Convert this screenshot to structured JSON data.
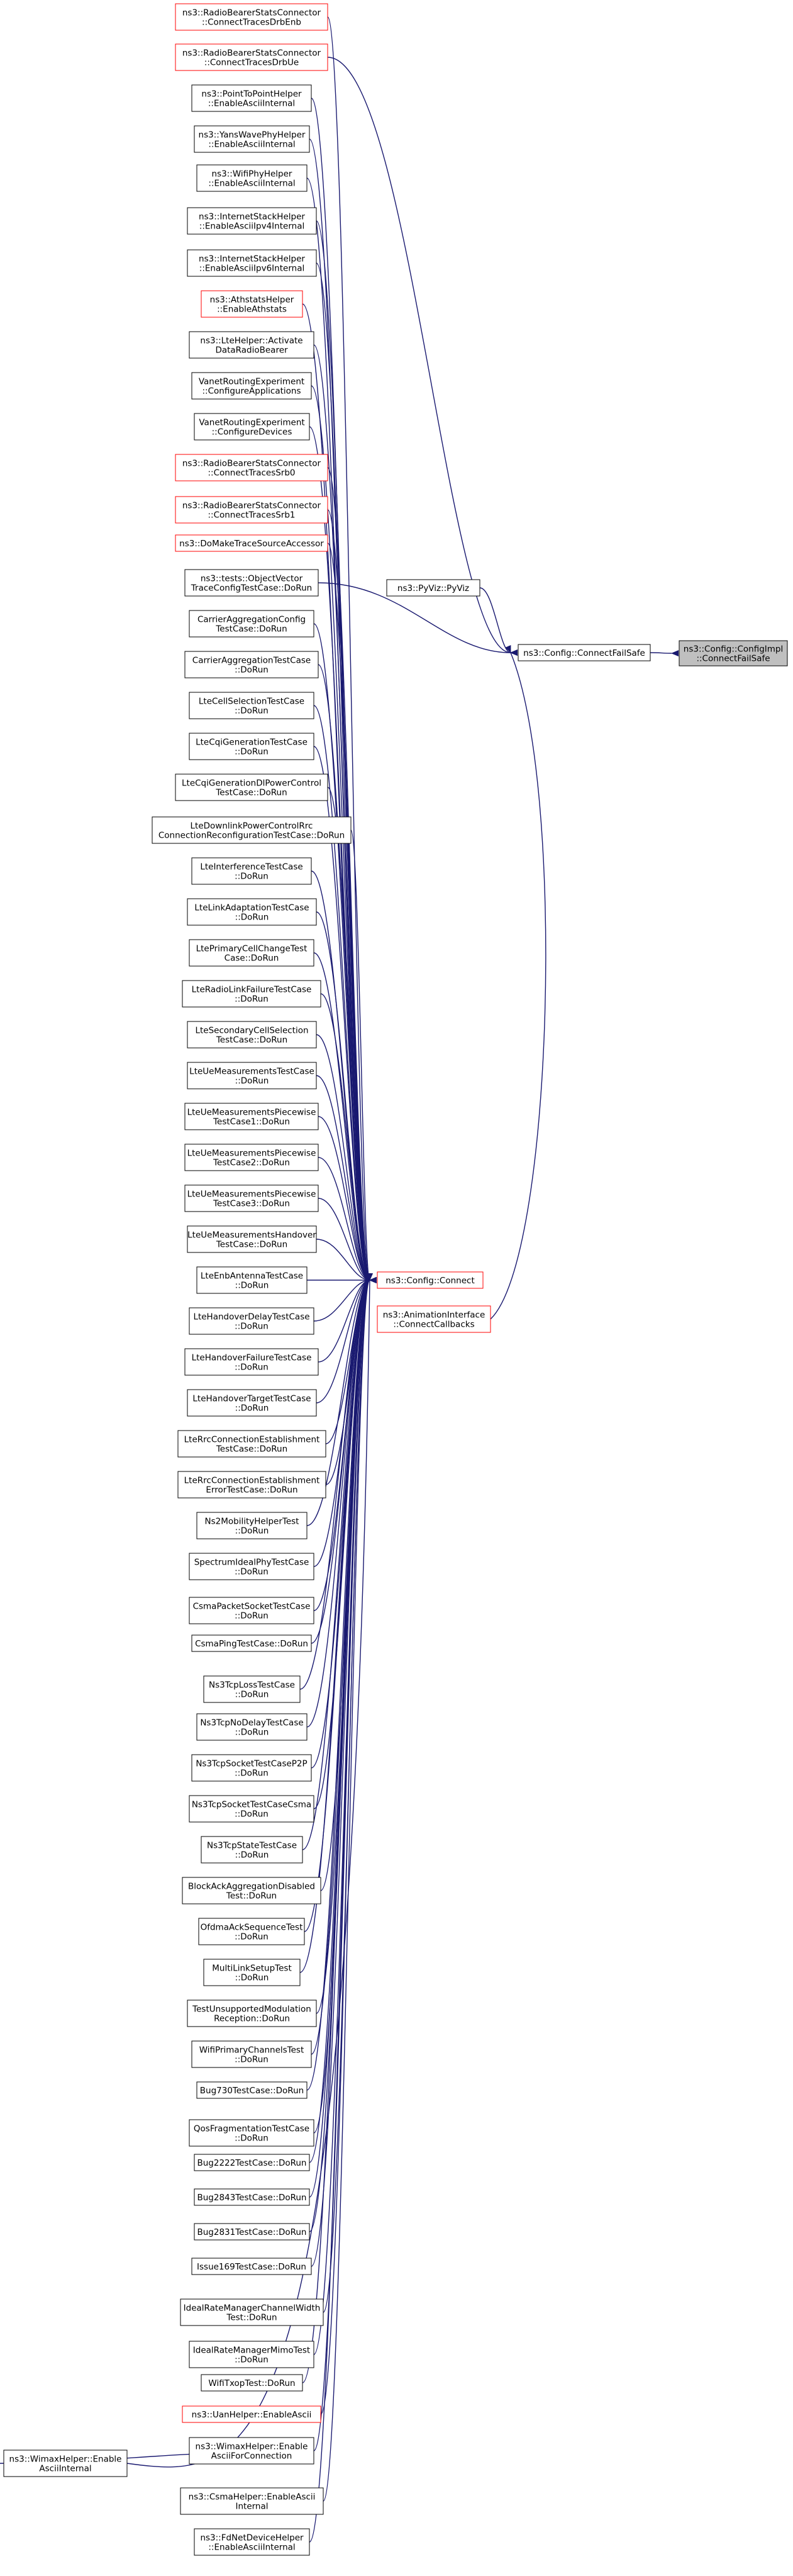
{
  "colors": {
    "edge": "#191970",
    "border_black": "#000000",
    "border_red": "#ff0000",
    "focus_fill": "#bfbfbf",
    "node_fill": "#ffffff"
  },
  "nodes": [
    {
      "id": "impl",
      "lines": [
        "ns3::Config::ConfigImpl",
        "::ConnectFailSafe"
      ],
      "border": "black",
      "focus": true
    },
    {
      "id": "cfs",
      "lines": [
        "ns3::Config::ConnectFailSafe"
      ],
      "border": "black"
    },
    {
      "id": "pyviz",
      "lines": [
        "ns3::PyViz::PyViz"
      ],
      "border": "black"
    },
    {
      "id": "connect",
      "lines": [
        "ns3::Config::Connect"
      ],
      "border": "red"
    },
    {
      "id": "anim",
      "lines": [
        "ns3::AnimationInterface",
        "::ConnectCallbacks"
      ],
      "border": "red"
    },
    {
      "id": "wimaxint",
      "lines": [
        "ns3::WimaxHelper::Enable",
        "AsciiInternal"
      ],
      "border": "black"
    },
    {
      "id": "c0",
      "lines": [
        "ns3::RadioBearerStatsConnector",
        "::ConnectTracesDrbEnb"
      ],
      "border": "red"
    },
    {
      "id": "c1",
      "lines": [
        "ns3::RadioBearerStatsConnector",
        "::ConnectTracesDrbUe"
      ],
      "border": "red"
    },
    {
      "id": "c2",
      "lines": [
        "ns3::PointToPointHelper",
        "::EnableAsciiInternal"
      ],
      "border": "black"
    },
    {
      "id": "c3",
      "lines": [
        "ns3::YansWavePhyHelper",
        "::EnableAsciiInternal"
      ],
      "border": "black"
    },
    {
      "id": "c4",
      "lines": [
        "ns3::WifiPhyHelper",
        "::EnableAsciiInternal"
      ],
      "border": "black"
    },
    {
      "id": "c5",
      "lines": [
        "ns3::InternetStackHelper",
        "::EnableAsciiIpv4Internal"
      ],
      "border": "black"
    },
    {
      "id": "c6",
      "lines": [
        "ns3::InternetStackHelper",
        "::EnableAsciiIpv6Internal"
      ],
      "border": "black"
    },
    {
      "id": "c7",
      "lines": [
        "ns3::AthstatsHelper",
        "::EnableAthstats"
      ],
      "border": "red"
    },
    {
      "id": "c8",
      "lines": [
        "ns3::LteHelper::Activate",
        "DataRadioBearer"
      ],
      "border": "black"
    },
    {
      "id": "c9",
      "lines": [
        "VanetRoutingExperiment",
        "::ConfigureApplications"
      ],
      "border": "black"
    },
    {
      "id": "c10",
      "lines": [
        "VanetRoutingExperiment",
        "::ConfigureDevices"
      ],
      "border": "black"
    },
    {
      "id": "c11",
      "lines": [
        "ns3::RadioBearerStatsConnector",
        "::ConnectTracesSrb0"
      ],
      "border": "red"
    },
    {
      "id": "c12",
      "lines": [
        "ns3::RadioBearerStatsConnector",
        "::ConnectTracesSrb1"
      ],
      "border": "red"
    },
    {
      "id": "c13",
      "lines": [
        "ns3::DoMakeTraceSourceAccessor"
      ],
      "border": "red"
    },
    {
      "id": "c14",
      "lines": [
        "ns3::tests::ObjectVector",
        "TraceConfigTestCase::DoRun"
      ],
      "border": "black"
    },
    {
      "id": "c15",
      "lines": [
        "CarrierAggregationConfig",
        "TestCase::DoRun"
      ],
      "border": "black"
    },
    {
      "id": "c16",
      "lines": [
        "CarrierAggregationTestCase",
        "::DoRun"
      ],
      "border": "black"
    },
    {
      "id": "c17",
      "lines": [
        "LteCellSelectionTestCase",
        "::DoRun"
      ],
      "border": "black"
    },
    {
      "id": "c18",
      "lines": [
        "LteCqiGenerationTestCase",
        "::DoRun"
      ],
      "border": "black"
    },
    {
      "id": "c19",
      "lines": [
        "LteCqiGenerationDlPowerControl",
        "TestCase::DoRun"
      ],
      "border": "black"
    },
    {
      "id": "c20",
      "lines": [
        "LteDownlinkPowerControlRrc",
        "ConnectionReconfigurationTestCase::DoRun"
      ],
      "border": "black"
    },
    {
      "id": "c21",
      "lines": [
        "LteInterferenceTestCase",
        "::DoRun"
      ],
      "border": "black"
    },
    {
      "id": "c22",
      "lines": [
        "LteLinkAdaptationTestCase",
        "::DoRun"
      ],
      "border": "black"
    },
    {
      "id": "c23",
      "lines": [
        "LtePrimaryCellChangeTest",
        "Case::DoRun"
      ],
      "border": "black"
    },
    {
      "id": "c24",
      "lines": [
        "LteRadioLinkFailureTestCase",
        "::DoRun"
      ],
      "border": "black"
    },
    {
      "id": "c25",
      "lines": [
        "LteSecondaryCellSelection",
        "TestCase::DoRun"
      ],
      "border": "black"
    },
    {
      "id": "c26",
      "lines": [
        "LteUeMeasurementsTestCase",
        "::DoRun"
      ],
      "border": "black"
    },
    {
      "id": "c27",
      "lines": [
        "LteUeMeasurementsPiecewise",
        "TestCase1::DoRun"
      ],
      "border": "black"
    },
    {
      "id": "c28",
      "lines": [
        "LteUeMeasurementsPiecewise",
        "TestCase2::DoRun"
      ],
      "border": "black"
    },
    {
      "id": "c29",
      "lines": [
        "LteUeMeasurementsPiecewise",
        "TestCase3::DoRun"
      ],
      "border": "black"
    },
    {
      "id": "c30",
      "lines": [
        "LteUeMeasurementsHandover",
        "TestCase::DoRun"
      ],
      "border": "black"
    },
    {
      "id": "c31",
      "lines": [
        "LteEnbAntennaTestCase",
        "::DoRun"
      ],
      "border": "black"
    },
    {
      "id": "c32",
      "lines": [
        "LteHandoverDelayTestCase",
        "::DoRun"
      ],
      "border": "black"
    },
    {
      "id": "c33",
      "lines": [
        "LteHandoverFailureTestCase",
        "::DoRun"
      ],
      "border": "black"
    },
    {
      "id": "c34",
      "lines": [
        "LteHandoverTargetTestCase",
        "::DoRun"
      ],
      "border": "black"
    },
    {
      "id": "c35",
      "lines": [
        "LteRrcConnectionEstablishment",
        "TestCase::DoRun"
      ],
      "border": "black"
    },
    {
      "id": "c36",
      "lines": [
        "LteRrcConnectionEstablishment",
        "ErrorTestCase::DoRun"
      ],
      "border": "black"
    },
    {
      "id": "c37",
      "lines": [
        "Ns2MobilityHelperTest",
        "::DoRun"
      ],
      "border": "black"
    },
    {
      "id": "c38",
      "lines": [
        "SpectrumIdealPhyTestCase",
        "::DoRun"
      ],
      "border": "black"
    },
    {
      "id": "c39",
      "lines": [
        "CsmaPacketSocketTestCase",
        "::DoRun"
      ],
      "border": "black"
    },
    {
      "id": "c40",
      "lines": [
        "CsmaPingTestCase::DoRun"
      ],
      "border": "black"
    },
    {
      "id": "c41",
      "lines": [
        "Ns3TcpLossTestCase",
        "::DoRun"
      ],
      "border": "black"
    },
    {
      "id": "c42",
      "lines": [
        "Ns3TcpNoDelayTestCase",
        "::DoRun"
      ],
      "border": "black"
    },
    {
      "id": "c43",
      "lines": [
        "Ns3TcpSocketTestCaseP2P",
        "::DoRun"
      ],
      "border": "black"
    },
    {
      "id": "c44",
      "lines": [
        "Ns3TcpSocketTestCaseCsma",
        "::DoRun"
      ],
      "border": "black"
    },
    {
      "id": "c45",
      "lines": [
        "Ns3TcpStateTestCase",
        "::DoRun"
      ],
      "border": "black"
    },
    {
      "id": "c46",
      "lines": [
        "BlockAckAggregationDisabled",
        "Test::DoRun"
      ],
      "border": "black"
    },
    {
      "id": "c47",
      "lines": [
        "OfdmaAckSequenceTest",
        "::DoRun"
      ],
      "border": "black"
    },
    {
      "id": "c48",
      "lines": [
        "MultiLinkSetupTest",
        "::DoRun"
      ],
      "border": "black"
    },
    {
      "id": "c49",
      "lines": [
        "TestUnsupportedModulation",
        "Reception::DoRun"
      ],
      "border": "black"
    },
    {
      "id": "c50",
      "lines": [
        "WifiPrimaryChannelsTest",
        "::DoRun"
      ],
      "border": "black"
    },
    {
      "id": "c51",
      "lines": [
        "Bug730TestCase::DoRun"
      ],
      "border": "black"
    },
    {
      "id": "c52",
      "lines": [
        "QosFragmentationTestCase",
        "::DoRun"
      ],
      "border": "black"
    },
    {
      "id": "c53",
      "lines": [
        "Bug2222TestCase::DoRun"
      ],
      "border": "black"
    },
    {
      "id": "c54",
      "lines": [
        "Bug2843TestCase::DoRun"
      ],
      "border": "black"
    },
    {
      "id": "c55",
      "lines": [
        "Bug2831TestCase::DoRun"
      ],
      "border": "black"
    },
    {
      "id": "c56",
      "lines": [
        "Issue169TestCase::DoRun"
      ],
      "border": "black"
    },
    {
      "id": "c57",
      "lines": [
        "IdealRateManagerChannelWidth",
        "Test::DoRun"
      ],
      "border": "black"
    },
    {
      "id": "c58",
      "lines": [
        "IdealRateManagerMimoTest",
        "::DoRun"
      ],
      "border": "black"
    },
    {
      "id": "c59",
      "lines": [
        "WifiTxopTest::DoRun"
      ],
      "border": "black"
    },
    {
      "id": "c60",
      "lines": [
        "ns3::UanHelper::EnableAscii"
      ],
      "border": "red"
    },
    {
      "id": "c61",
      "lines": [
        "ns3::WimaxHelper::Enable",
        "AsciiForConnection"
      ],
      "border": "black"
    },
    {
      "id": "c62",
      "lines": [
        "ns3::CsmaHelper::EnableAscii",
        "Internal"
      ],
      "border": "black"
    },
    {
      "id": "c63",
      "lines": [
        "ns3::FdNetDeviceHelper",
        "::EnableAsciiInternal"
      ],
      "border": "black"
    }
  ]
}
